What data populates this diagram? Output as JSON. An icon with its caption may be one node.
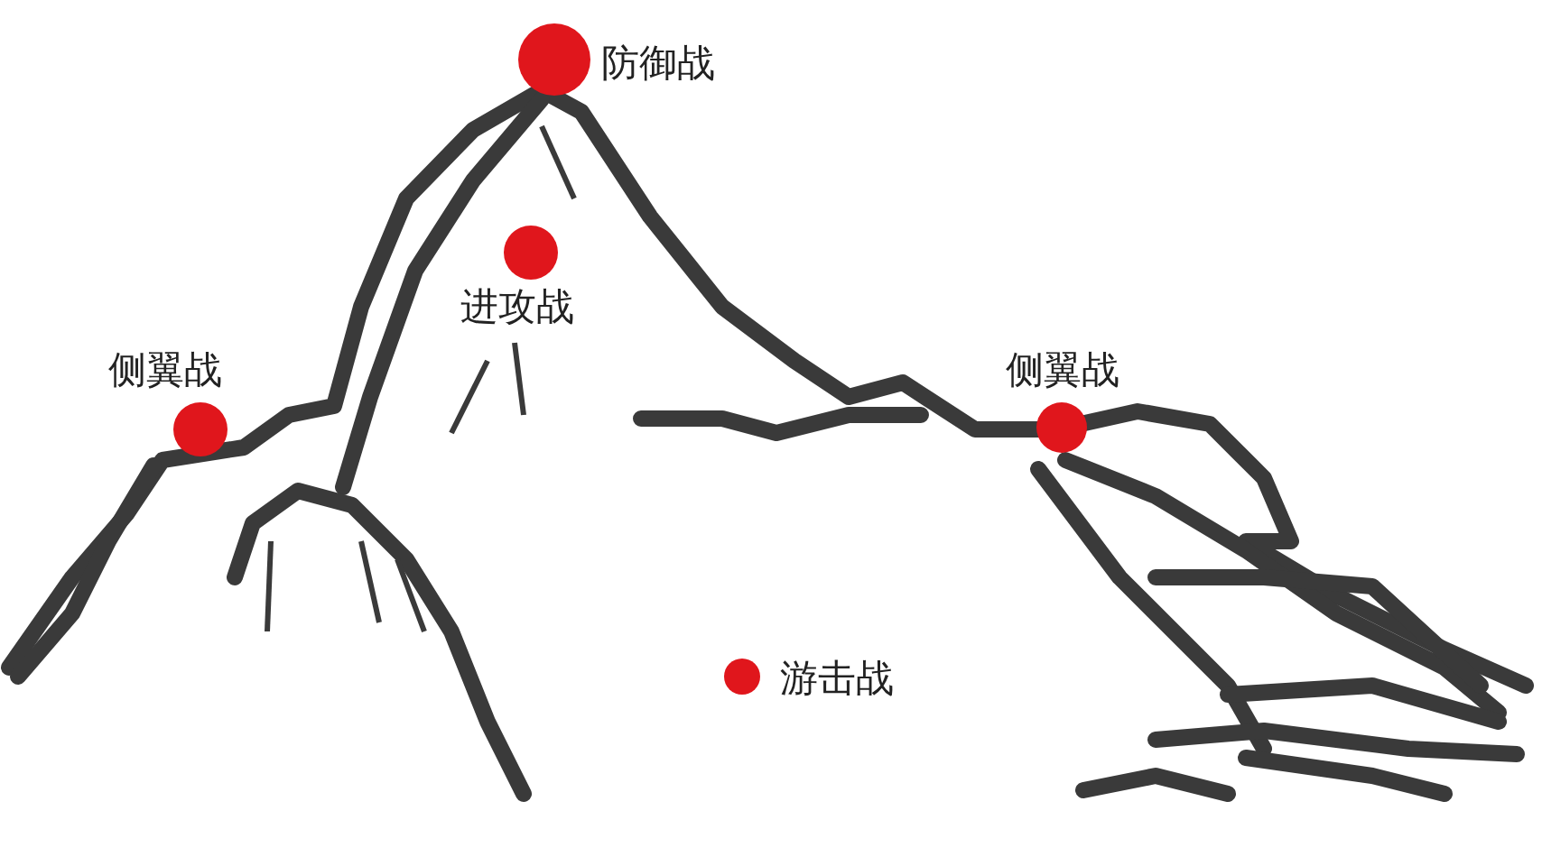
{
  "diagram": {
    "nodes": [
      {
        "text": [],
        "shape": "circle",
        "beside": [
          "防御战"
        ]
      },
      {
        "text": [],
        "shape": "circle",
        "beside": [
          "进攻战"
        ]
      },
      {
        "text": [],
        "shape": "circle",
        "beside": [
          "侧翼战"
        ]
      },
      {
        "text": [],
        "shape": "circle",
        "beside": [
          "侧翼战"
        ]
      },
      {
        "text": [],
        "shape": "circle",
        "beside": [
          "游击战"
        ]
      }
    ]
  }
}
